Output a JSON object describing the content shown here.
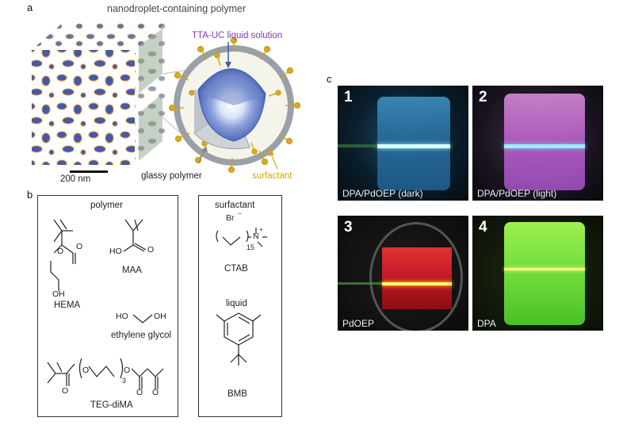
{
  "panel_a": {
    "letter": "a",
    "title": "nanodroplet-containing polymer",
    "label_solution": "TTA-UC liquid solution",
    "scale_bar": "200 nm",
    "label_glassy": "glassy polymer",
    "label_surfactant": "surfactant",
    "colors": {
      "droplet": "#3d5bb0",
      "droplet_edge": "#e08a2a",
      "solution": "#8a3fb5",
      "surfactant": "#d4a700",
      "glassy": "#9aa0a6"
    }
  },
  "panel_b": {
    "letter": "b",
    "polymer": {
      "title": "polymer",
      "hema": "HEMA",
      "maa": "MAA",
      "eg": "ethylene glycol",
      "teg": "TEG-diMA",
      "atoms": {
        "o": "O",
        "oh": "OH",
        "ho": "HO",
        "n3": "3"
      }
    },
    "surf": {
      "title": "surfactant",
      "ctab": "CTAB",
      "br": "Br",
      "minus": "−",
      "plus": "+",
      "n": "N",
      "n15": "15"
    },
    "liquid": {
      "title": "liquid",
      "bmb": "BMB"
    }
  },
  "panel_c": {
    "letter": "c",
    "photos": [
      {
        "num": "1",
        "caption": "DPA/PdOEP (dark)"
      },
      {
        "num": "2",
        "caption": "DPA/PdOEP (light)"
      },
      {
        "num": "3",
        "caption": "PdOEP"
      },
      {
        "num": "4",
        "caption": "DPA"
      }
    ]
  }
}
